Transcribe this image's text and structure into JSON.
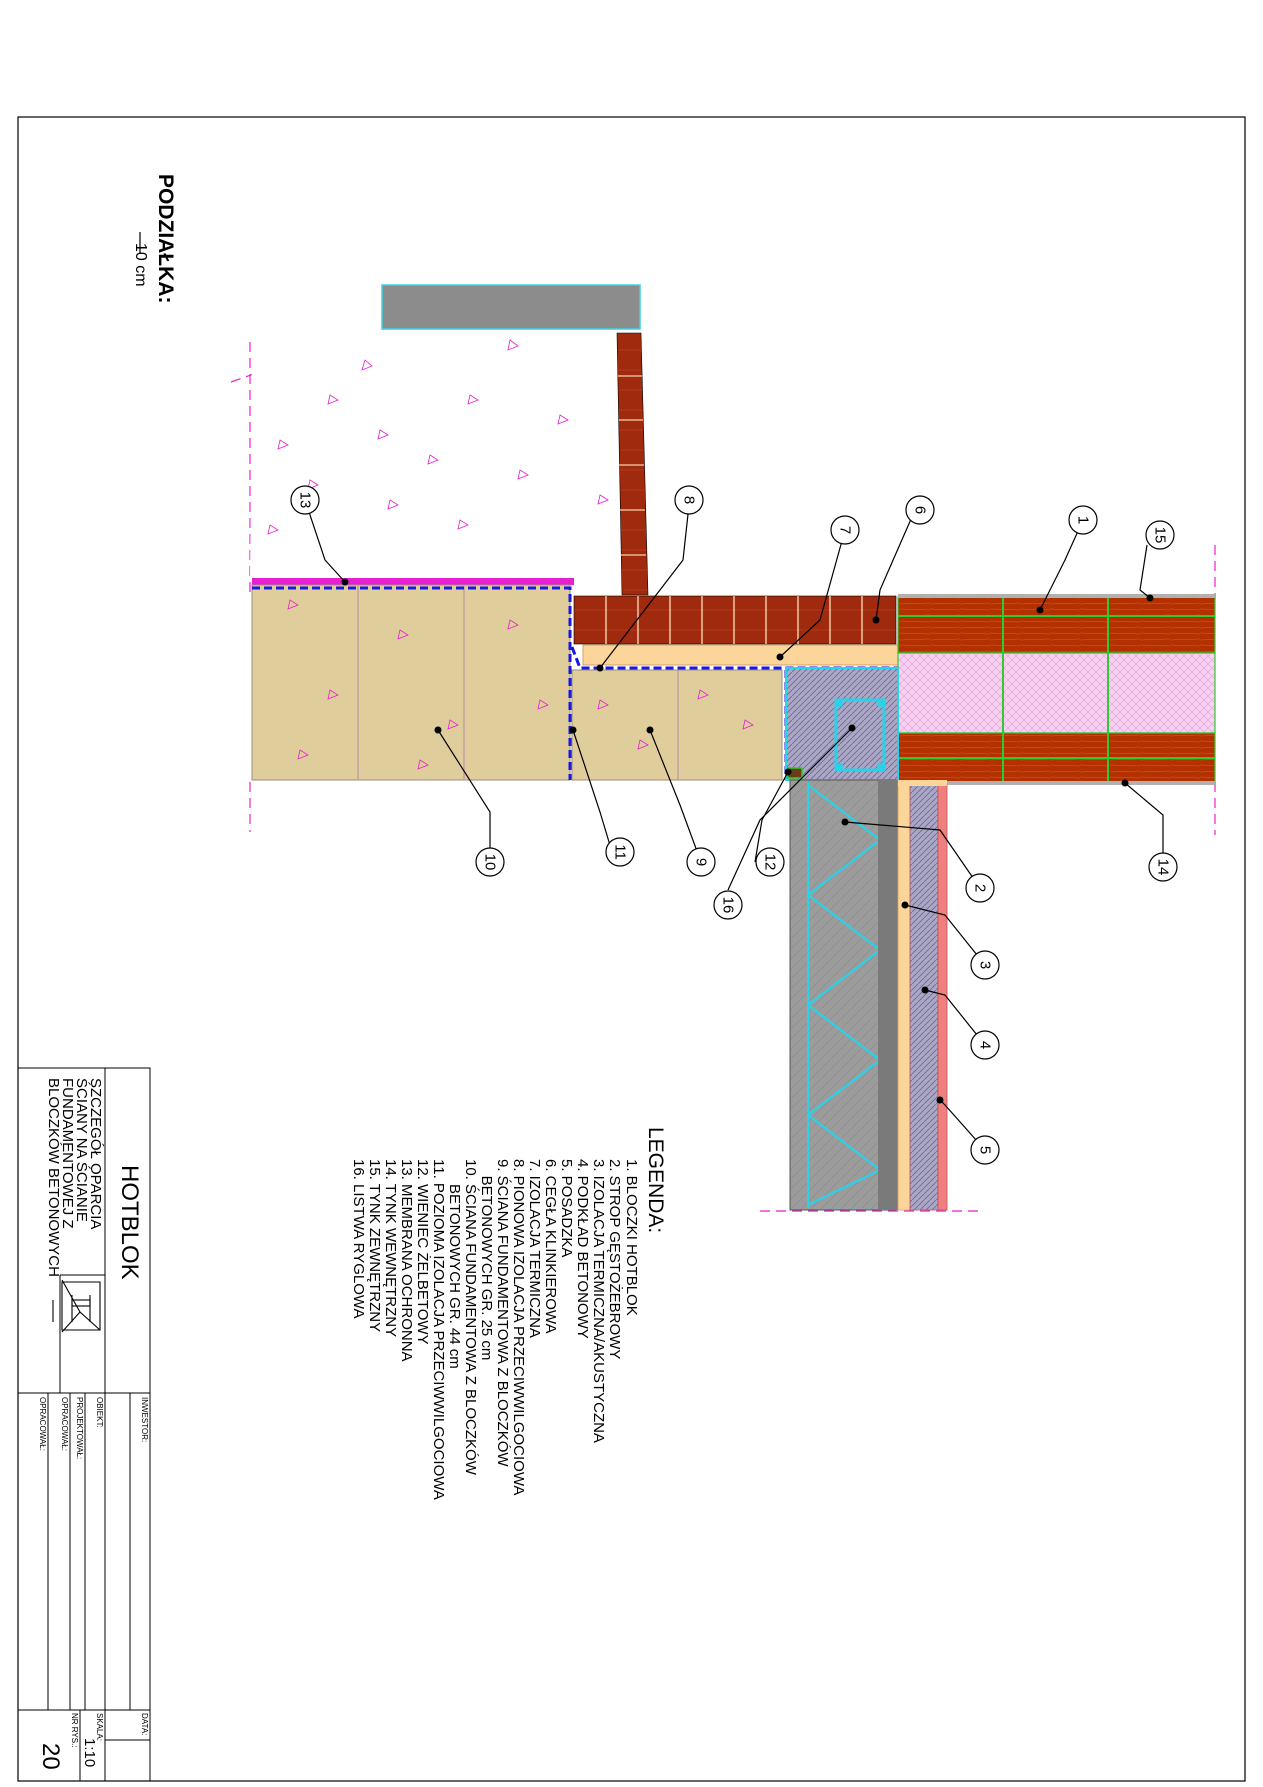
{
  "scale_bar": {
    "heading": "PODZIAŁKA:",
    "length": "10 cm"
  },
  "legend": {
    "heading": "LEGENDA:",
    "items": [
      "1. BLOCZKI HOTBLOK",
      "2. STROP GĘSTOŻEBROWY",
      "3. IZOLACJA TERMICZNA/AKUSTYCZNA",
      "4. PODKŁAD BETONOWY",
      "5. POSADZKA",
      "6. CEGŁA KLINKIEROWA",
      "7. IZOLACJA TERMICZNA",
      "8. PIONOWA IZOLACJA PRZECIWWILGOCIOWA",
      "9. ŚCIANA FUNDAMENTOWA Z BLOCZKÓW",
      "    BETONOWYCH GR. 25 cm",
      "10. ŚCIANA FUNDAMENTOWA Z BLOCZKÓW",
      "      BETONOWYCH GR. 44 cm",
      "11. POZIOMA IZOLACJA PRZECIWWILGOCIOWA",
      "12. WIENIEC ŻELBETOWY",
      "13. MEMBRANA OCHRONNA",
      "14. TYNK WEWNĘTRZNY",
      "15. TYNK ZEWNĘTRZNY",
      "16. LISTWA RYGLOWA"
    ]
  },
  "callouts": [
    "1",
    "2",
    "3",
    "4",
    "5",
    "6",
    "7",
    "8",
    "9",
    "10",
    "11",
    "12",
    "13",
    "14",
    "15",
    "16"
  ],
  "title_block": {
    "brand": "HOTBLOK",
    "description": [
      "SZCZEGÓŁ OPARCIA",
      "ŚCIANY NA ŚCIANIE",
      "FUNDAMENTOWEJ Z",
      "BLOCZKÓW BETONOWYCH"
    ],
    "fields": {
      "investor": "INWESTOR:",
      "object": "OBIEKT:",
      "designed": "PROJEKTOWAŁ:",
      "prepared": "OPRACOWAŁ:",
      "prepared2": "OPRACOWAŁ:",
      "date": "DATA:",
      "scale_label": "SKALA:",
      "scale_value": "1:10",
      "drawing_no_label": "NR RYS.:",
      "drawing_no_value": "20"
    }
  },
  "colors": {
    "brick": "#a02a0e",
    "hotblok": "#b33000",
    "concrete_block": "#e0cd9c",
    "insulation_pink": "#f3c0ec",
    "insulation_orange": "#fcd59a",
    "slab_grey": "#9c9c9c",
    "rebar_cyan": "#28d2e8",
    "membrane_magenta": "#e81fd0",
    "waterproof_blue": "#1818e0",
    "frame_green": "#2ccc2c"
  }
}
